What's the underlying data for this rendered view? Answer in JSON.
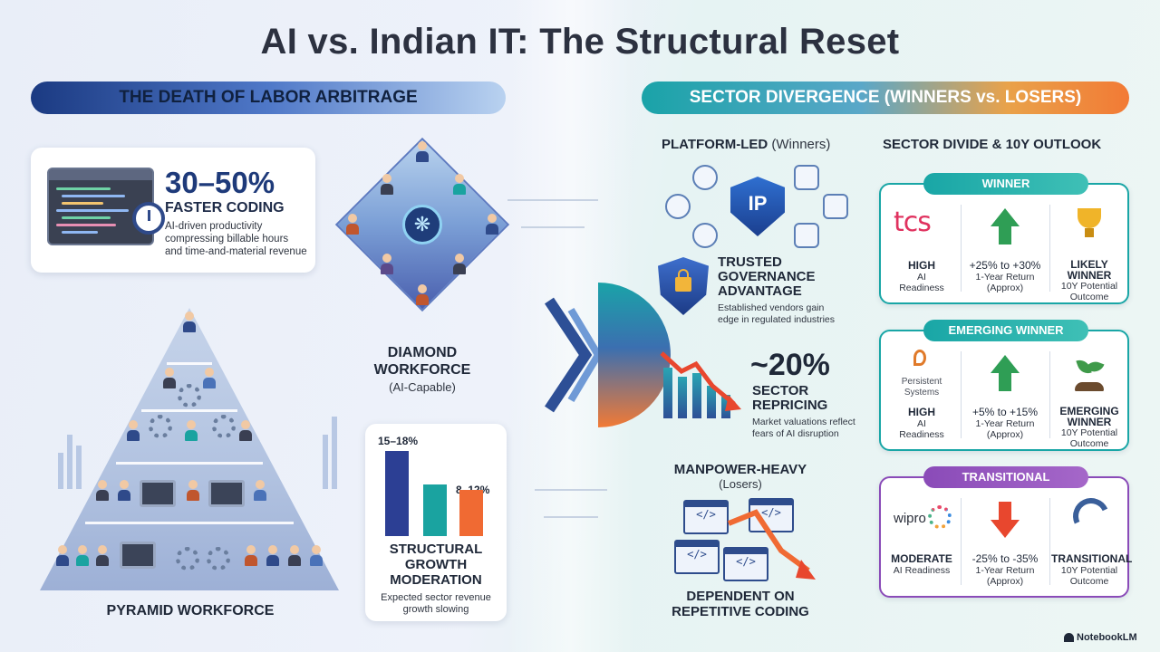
{
  "title": "AI vs. Indian IT: The Structural Reset",
  "left_banner": "THE DEATH OF LABOR ARBITRAGE",
  "right_banner": "SECTOR DIVERGENCE (WINNERS vs. LOSERS)",
  "coding_card": {
    "stat": "30–50%",
    "label": "FASTER CODING",
    "desc_lines": [
      "AI-driven productivity",
      "compressing billable hours",
      "and time-and-material revenue"
    ],
    "icons": [
      "code-window-icon",
      "stopwatch-icon"
    ]
  },
  "diamond": {
    "title_lines": [
      "DIAMOND",
      "WORKFORCE"
    ],
    "subtitle": "(AI-Capable)",
    "icons": [
      "brain-icon",
      "person-icon"
    ]
  },
  "pyramid": {
    "label": "PYRAMID WORKFORCE",
    "icons": [
      "person-icon",
      "gear-icon",
      "monitor-icon"
    ]
  },
  "growth_card": {
    "bar1_label": "15–18%",
    "bar2_label": "8–12%",
    "bars": [
      {
        "label": "15–18%",
        "value": 16.5,
        "color": "#2c3f94"
      },
      {
        "label": "",
        "value": 10,
        "color": "#1aa3a0"
      },
      {
        "label": "8–12%",
        "value": 9,
        "color": "#f06a33"
      }
    ],
    "title_lines": [
      "STRUCTURAL",
      "GROWTH",
      "MODERATION"
    ],
    "desc_lines": [
      "Expected sector revenue",
      "growth slowing"
    ]
  },
  "platform": {
    "head_bold": "PLATFORM-LED",
    "head_light": " (Winners)",
    "hub_text": "IP",
    "icons": [
      "cube-icon",
      "network-icon",
      "chart-icon",
      "gear-icon",
      "document-icon",
      "dashboard-icon"
    ]
  },
  "governance": {
    "title_lines": [
      "TRUSTED",
      "GOVERNANCE",
      "ADVANTAGE"
    ],
    "desc_lines": [
      "Established vendors gain",
      "edge in regulated industries"
    ],
    "icon": "shield-lock-icon"
  },
  "repricing": {
    "stat": "~20%",
    "title_lines": [
      "SECTOR",
      "REPRICING"
    ],
    "desc_lines": [
      "Market valuations reflect",
      "fears of AI disruption"
    ],
    "icon": "declining-chart-icon"
  },
  "manpower": {
    "head_line1": "MANPOWER-HEAVY",
    "head_line2": "(Losers)",
    "code_tag": "</>",
    "foot_lines": [
      "DEPENDENT ON",
      "REPETITIVE CODING"
    ]
  },
  "outlook": {
    "heading": "SECTOR DIVIDE & 10Y OUTLOOK",
    "cards": [
      {
        "tag": "WINNER",
        "color": "#19a6a6",
        "logo": "tcs",
        "readiness": "HIGH",
        "readiness_sub": [
          "AI",
          "Readiness"
        ],
        "return": "+25% to +30%",
        "return_sub": [
          "1-Year Return",
          "(Approx)"
        ],
        "direction": "up",
        "outcome": [
          "LIKELY",
          "WINNER"
        ],
        "outcome_sub": [
          "10Y Potential",
          "Outcome"
        ],
        "outcome_icon": "trophy-icon"
      },
      {
        "tag": "EMERGING WINNER",
        "color": "#19a6a6",
        "logo": "Persistent Systems",
        "logo_lines": [
          "Persistent",
          "Systems"
        ],
        "readiness": "HIGH",
        "readiness_sub": [
          "AI",
          "Readiness"
        ],
        "return": "+5% to +15%",
        "return_sub": [
          "1-Year Return",
          "(Approx)"
        ],
        "direction": "up",
        "outcome": [
          "EMERGING",
          "WINNER"
        ],
        "outcome_sub": [
          "10Y Potential",
          "Outcome"
        ],
        "outcome_icon": "sprout-icon"
      },
      {
        "tag": "TRANSITIONAL",
        "color": "#8a4bb8",
        "logo": "wipro",
        "readiness": "MODERATE",
        "readiness_sub": [
          "AI Readiness"
        ],
        "return": "-25% to -35%",
        "return_sub": [
          "1-Year Return",
          "(Approx)"
        ],
        "direction": "down",
        "outcome": [
          "TRANSITIONAL"
        ],
        "outcome_sub": [
          "10Y Potential",
          "Outcome"
        ],
        "outcome_icon": "winding-road-icon"
      }
    ]
  },
  "brand": "NotebookLM",
  "colors": {
    "navy": "#1e3a7a",
    "teal": "#19a6a6",
    "orange": "#f06a33",
    "green": "#2f9e55",
    "red": "#e8472e",
    "purple": "#8a4bb8"
  }
}
